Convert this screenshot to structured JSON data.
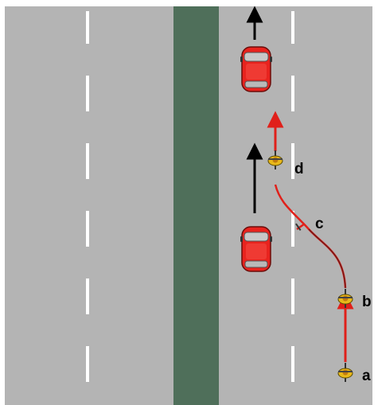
{
  "labels": {
    "a": "a",
    "b": "b",
    "c": "c",
    "d": "d"
  },
  "colors": {
    "road": "#b4b4b4",
    "median": "#4f6f5a",
    "lane_marking": "#ffffff",
    "car_body": "#e8231e",
    "path_arrow": "#e0201a",
    "traffic_arrow": "#000000",
    "cyclist": "#e8b81a"
  },
  "icons": {
    "car": "car-icon",
    "cyclist": "cyclist-icon"
  }
}
